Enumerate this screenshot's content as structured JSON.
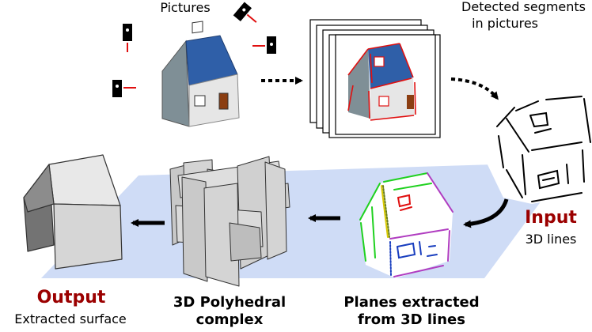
{
  "labels": {
    "pictures": "Pictures",
    "detected_line1": "Detected segments",
    "detected_line2": "in pictures",
    "input_title": "Input",
    "input_sub": "3D lines",
    "planes_line1": "Planes extracted",
    "planes_line2": "from 3D lines",
    "complex_line1": "3D Polyhedral",
    "complex_line2": "complex",
    "output_title": "Output",
    "output_sub": "Extracted surface"
  },
  "colors": {
    "accent_red": "#9b0000",
    "ground_plane": "#cfdcf6",
    "roof_blue": "#2f5fa8",
    "wall_light": "#e6e6e6",
    "wall_dark": "#7f8f96",
    "door_brown": "#8b3e12",
    "segment_red": "#e01010",
    "plane_colors": [
      "#1fd11f",
      "#b03cc0",
      "#e01010",
      "#d8c800",
      "#1a3fbf",
      "#6a7f1a"
    ]
  },
  "icons": [
    "camera-icon",
    "arrow-right-icon",
    "arrow-left-icon",
    "curved-arrow-icon"
  ]
}
